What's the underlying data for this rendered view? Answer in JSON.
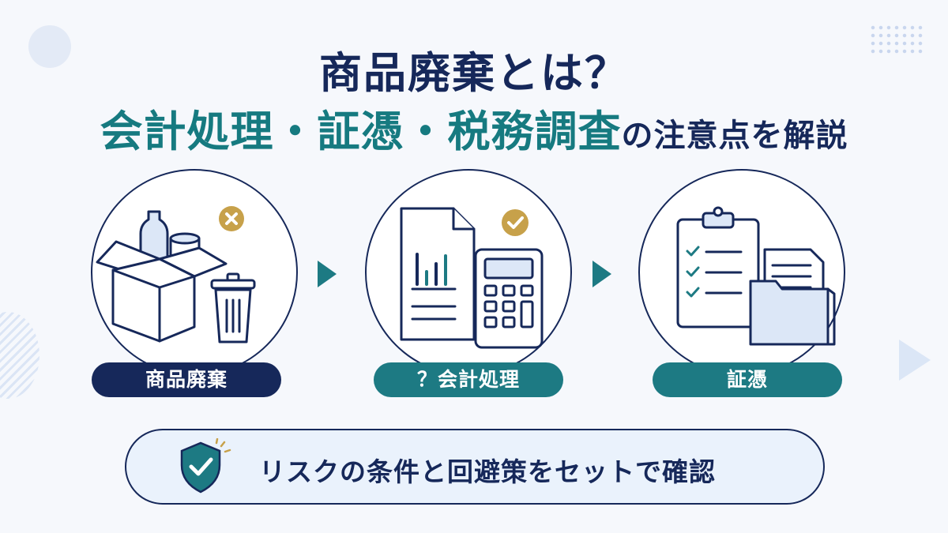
{
  "title": {
    "line1": "商品廃棄とは？",
    "line2_highlight": "会計処理・証憑・税務調査",
    "line2_rest": "の注意点を解説"
  },
  "steps": [
    {
      "label": "商品廃棄",
      "icon": "box-bottle-trash-icon",
      "badge": "x-badge-icon"
    },
    {
      "label": "？会計処理",
      "icon": "document-chart-calculator-icon",
      "badge": "check-badge-icon"
    },
    {
      "label": "証憑",
      "icon": "clipboard-checklist-folder-icon"
    }
  ],
  "summary": {
    "icon": "shield-check-icon",
    "text": "リスクの条件と回避策をセットで確認"
  },
  "colors": {
    "navy": "#16285a",
    "teal": "#1d7a83",
    "gold": "#c7a14a",
    "background": "#f6f8fc"
  }
}
